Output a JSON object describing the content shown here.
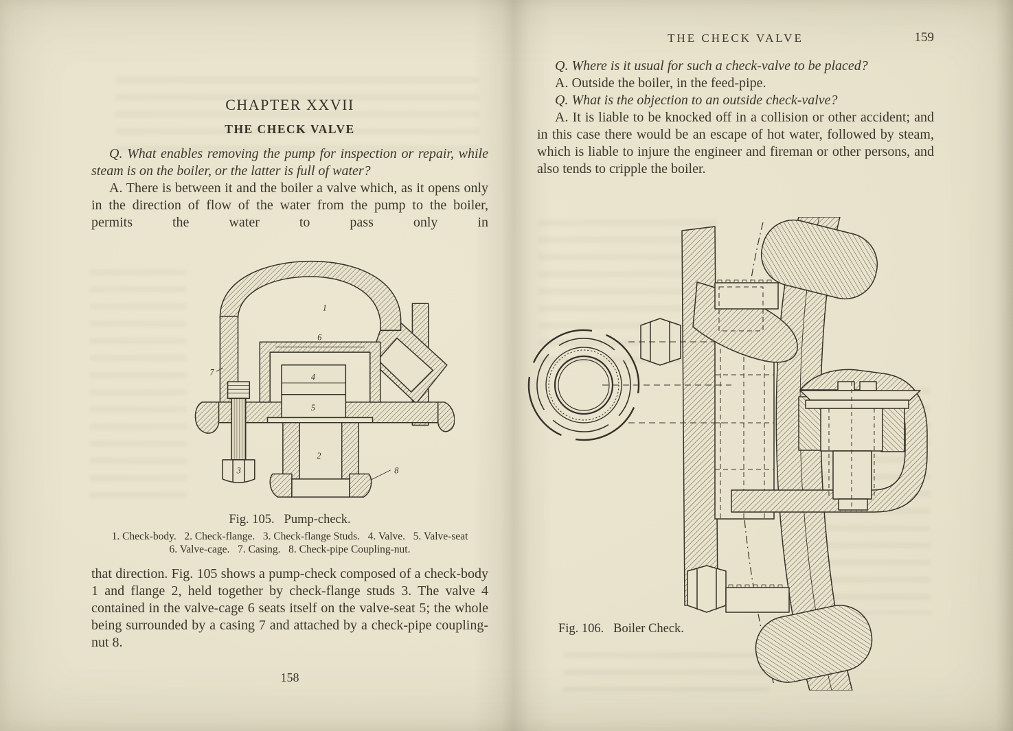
{
  "left_page": {
    "chapter_heading": "CHAPTER XXVII",
    "section_heading": "THE CHECK VALVE",
    "paragraphs": {
      "q1": "Q. What enables removing the pump for inspection or repair, while steam is on the boiler, or the latter is full of water?",
      "a1": "A. There is between it and the boiler a valve which, as it opens only in the direction of flow of the water from the pump to the boiler, permits the water to pass only in",
      "continuation": "that direction.  Fig. 105 shows a pump-check composed of a check-body 1 and flange 2, held together by check-flange studs 3.  The valve 4 contained in the valve-cage 6 seats itself on the valve-seat 5; the whole being surrounded by a casing 7 and attached by a check-pipe coupling-nut 8."
    },
    "figure": {
      "caption": "Fig. 105.   Pump-check.",
      "legend_line1": "1. Check-body.   2. Check-flange.   3. Check-flange Studs.   4. Valve.   5. Valve-seat",
      "legend_line2": "6. Valve-cage.   7. Casing.   8. Check-pipe Coupling-nut.",
      "labels": {
        "l1": "1",
        "l2": "2",
        "l3": "3",
        "l4": "4",
        "l5": "5",
        "l6": "6",
        "l7": "7",
        "l8": "8"
      }
    },
    "page_number": "158"
  },
  "right_page": {
    "running_head": "THE CHECK VALVE",
    "page_number": "159",
    "paragraphs": {
      "q1": "Q. Where is it usual for such a check-valve to be placed?",
      "a1": "A. Outside the boiler, in the feed-pipe.",
      "q2": "Q. What is the objection to an outside check-valve?",
      "a2": "A. It is liable to be knocked off in a collision or other accident; and in this case there would be an escape of hot water, followed by steam, which is liable to injure the engineer and fireman or other persons, and also tends to cripple the boiler."
    },
    "figure": {
      "caption": "Fig. 106.   Boiler Check."
    }
  },
  "colors": {
    "paper": "#e9e3cd",
    "ink": "#3a372d"
  }
}
